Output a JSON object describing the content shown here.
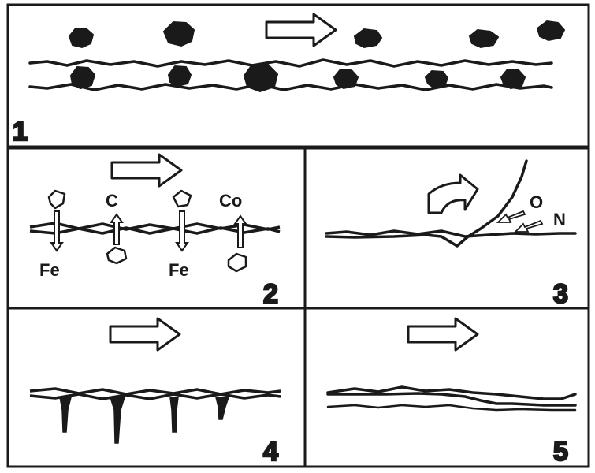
{
  "panels": [
    {
      "number": "1"
    },
    {
      "number": "2",
      "labels": [
        "C",
        "Co",
        "Fe",
        "Fe"
      ]
    },
    {
      "number": "3",
      "labels": [
        "O",
        "N"
      ]
    },
    {
      "number": "4"
    },
    {
      "number": "5"
    }
  ],
  "colors": {
    "ink": "#1a1a1a",
    "paper": "#ffffff",
    "fill": "#ffffff"
  }
}
